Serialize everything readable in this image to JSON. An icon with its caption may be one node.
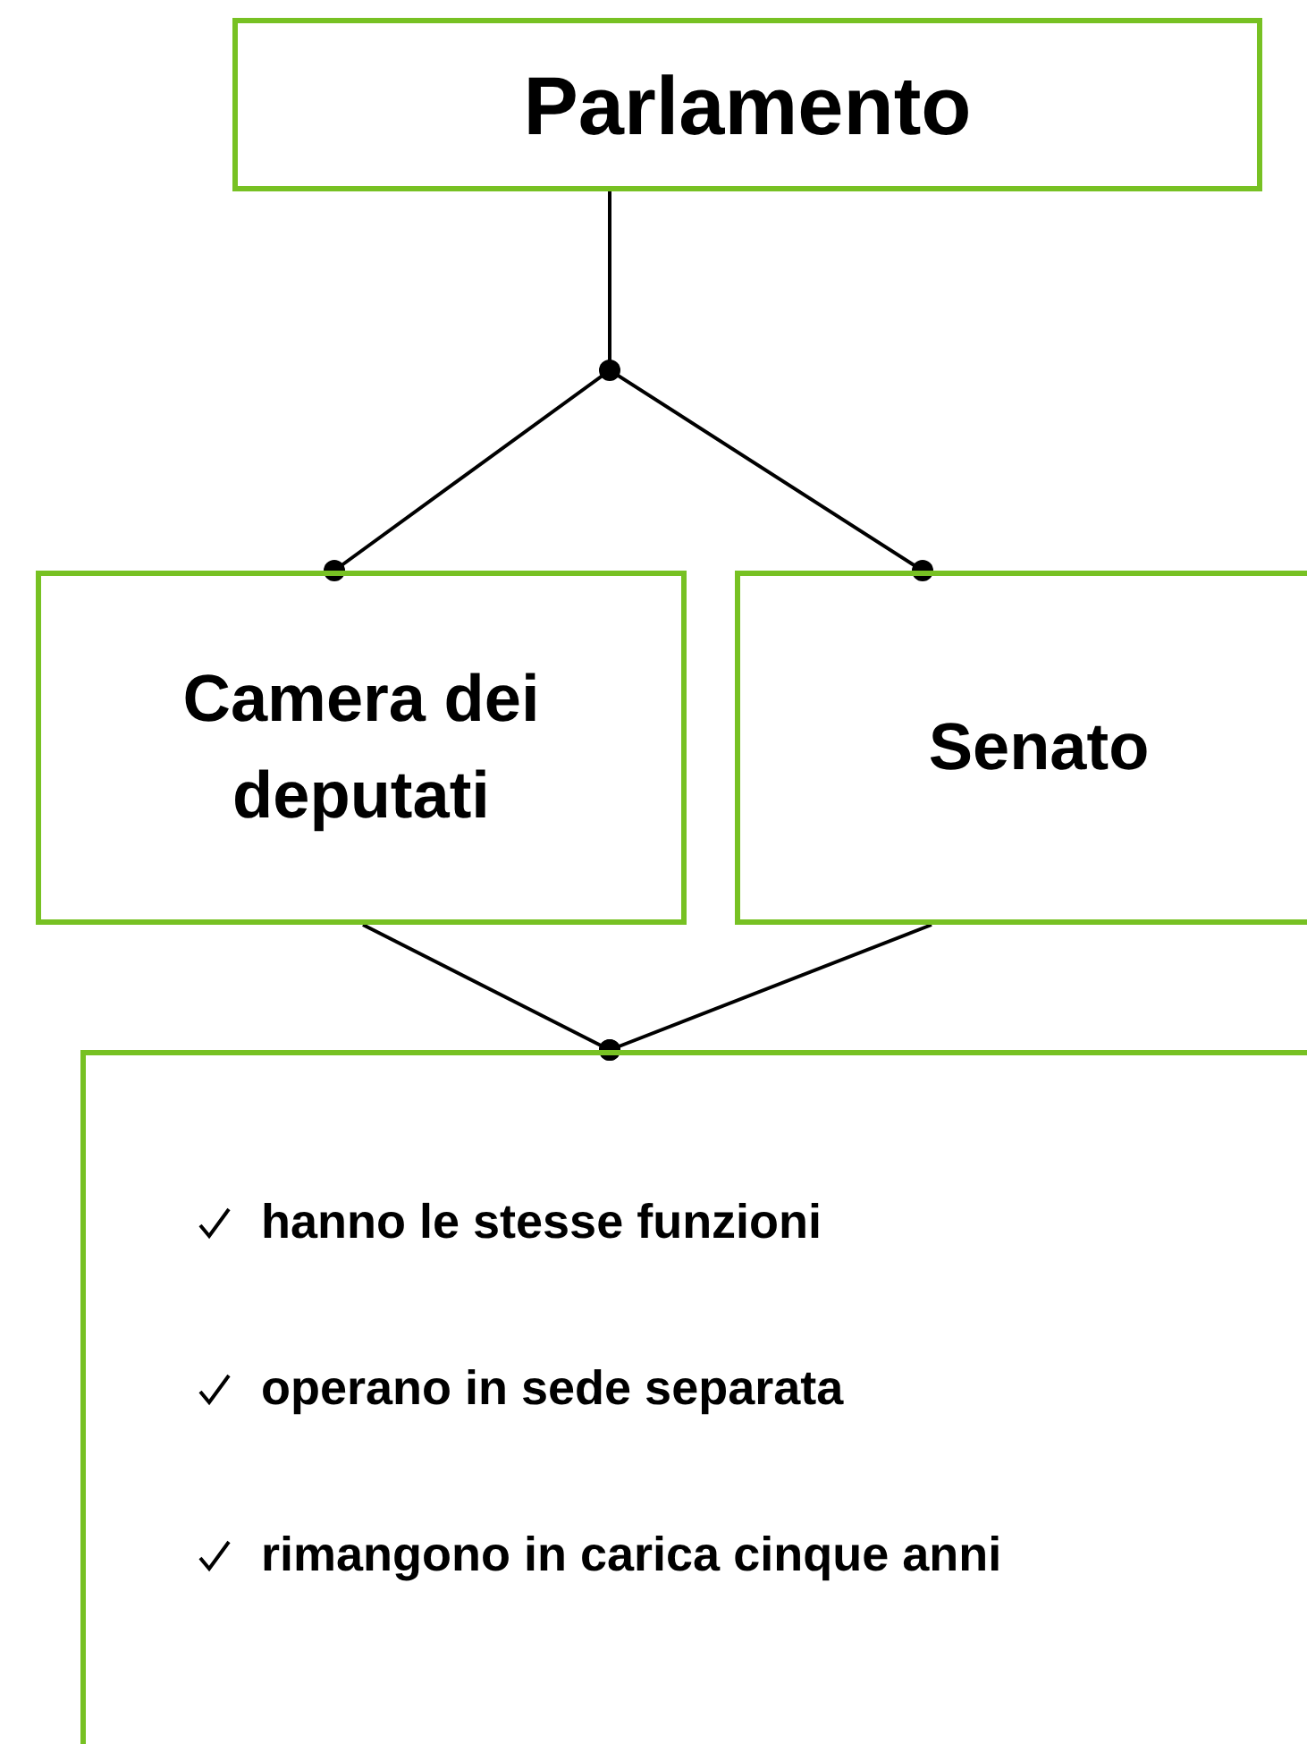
{
  "diagram": {
    "nodes": [
      {
        "text": [
          "Parlamento"
        ]
      },
      {
        "text": [
          "Camera dei deputati"
        ]
      },
      {
        "text": [
          "Senato"
        ]
      },
      {
        "text": [
          "hanno le stesse funzioni",
          "operano in sede separata",
          "rimangono in carica cinque anni"
        ]
      }
    ],
    "edges": [
      {
        "from": 0,
        "to": 1,
        "arrow": "other"
      },
      {
        "from": 0,
        "to": 2,
        "arrow": "other"
      },
      {
        "from": 1,
        "to": 3,
        "arrow": "other"
      },
      {
        "from": 2,
        "to": 3,
        "arrow": "other"
      }
    ]
  }
}
